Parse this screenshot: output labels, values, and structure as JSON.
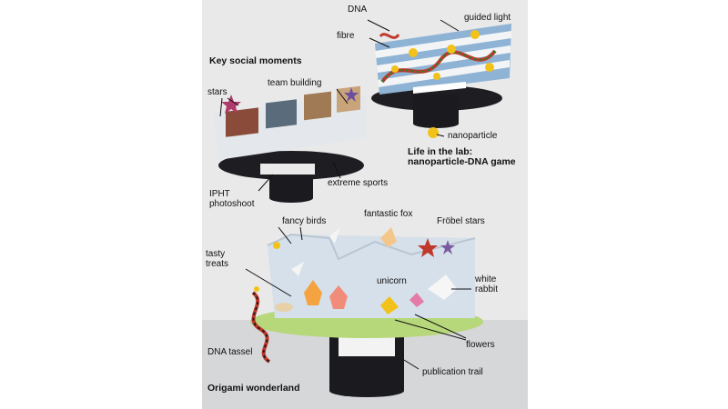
{
  "labels": {
    "dna": "DNA",
    "guided_light": "guided light",
    "fibre": "fibre",
    "key_social_moments": "Key social moments",
    "stars": "stars",
    "team_building": "team building",
    "nanoparticle": "nanoparticle",
    "life_in_the_lab": "Life in the lab:\nnanoparticle-DNA game",
    "extreme_sports": "extreme sports",
    "iph_photoshoot": "IPHT\nphotoshoot",
    "fancy_birds": "fancy birds",
    "fantastic_fox": "fantastic fox",
    "frobel_stars": "Fröbel stars",
    "tasty_treats": "tasty\ntreats",
    "unicorn": "unicorn",
    "white_rabbit": "white\nrabbit",
    "flowers": "flowers",
    "dna_tassel": "DNA tassel",
    "publication_trail": "publication trail",
    "origami_wonderland": "Origami wonderland"
  },
  "colors": {
    "background": "#e9e9ea",
    "floor": "#d9dadc",
    "fibre_blue": "#8fb3d4",
    "fibre_white": "#f2f4f6",
    "platform_dark": "#1e1e22",
    "leaf_green": "#b6d77a",
    "nanoparticle_yellow": "#f2c21b",
    "wall_pale_blue": "#d6e0ea"
  }
}
